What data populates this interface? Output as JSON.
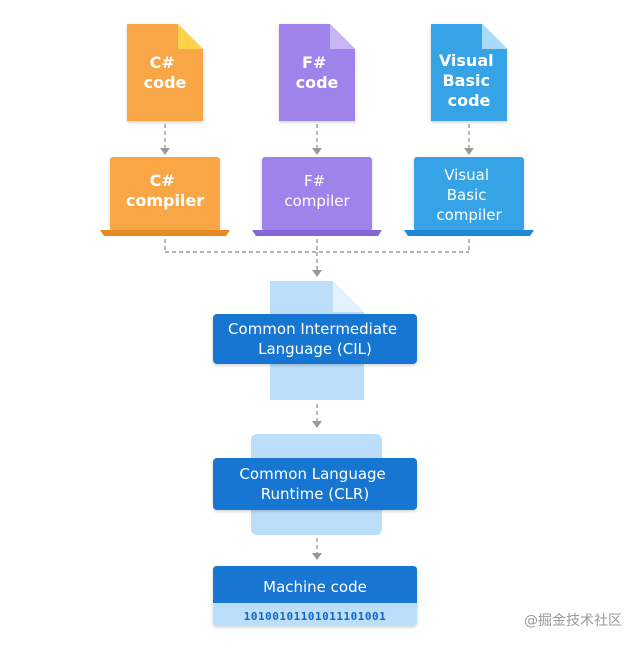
{
  "sources": [
    {
      "lines": [
        "C#",
        "code"
      ],
      "color": "#F9A646",
      "fold": "#FDD24A"
    },
    {
      "lines": [
        "F#",
        "code"
      ],
      "color": "#9F83EB",
      "fold": "#C9B6F6"
    },
    {
      "lines": [
        "Visual",
        "Basic",
        "code"
      ],
      "color": "#35A3E6",
      "fold": "#A8D9F6"
    }
  ],
  "compilers": [
    {
      "lines": [
        "C#",
        "compiler"
      ],
      "color": "#F9A646",
      "base": "#E88A22"
    },
    {
      "lines": [
        "F#",
        "compiler"
      ],
      "color": "#9F83EB",
      "base": "#8466D6"
    },
    {
      "lines": [
        "Visual",
        "Basic",
        "compiler"
      ],
      "color": "#35A3E6",
      "base": "#1E88D6"
    }
  ],
  "cil": {
    "lines": [
      "Common Intermediate",
      "Language (CIL)"
    ],
    "color": "#1976D2",
    "doc_color": "#BBDEFB"
  },
  "clr": {
    "lines": [
      "Common Language",
      "Runtime (CLR)"
    ],
    "color": "#1976D2",
    "back_color": "#BBDEFB"
  },
  "machine": {
    "label": "Machine code",
    "bits": "10100101101011101001",
    "color": "#1976D2",
    "bits_bg": "#BBDEFB"
  },
  "watermark": "@掘金技术社区"
}
